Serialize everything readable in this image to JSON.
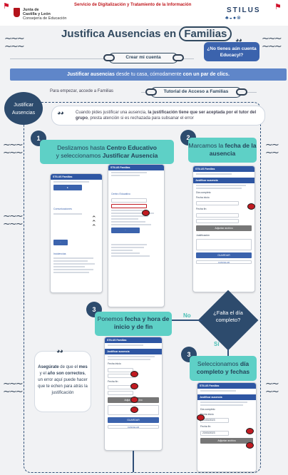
{
  "header": {
    "service": "Servicio de Digitalización y Tratamiento de la Información",
    "org_line1": "Junta de",
    "org_line2": "Castilla y León",
    "org_line3": "Consejería de Educación",
    "brand": "STILUS"
  },
  "title": {
    "prefix": "Justifica Ausencias en",
    "highlight": "Familias"
  },
  "account": {
    "create_label": "Crear mi cuenta",
    "question": "¿No tienes aún cuenta Educacyl?"
  },
  "banner": {
    "part1": "Justificar ausencias",
    "part2": " desde tu casa, cómodamente ",
    "part3": "con un par de clics."
  },
  "access": {
    "intro": "Para empezar, accede a Familias",
    "tutorial_label": "Tutorial de Acceso a Familias"
  },
  "section": {
    "bubble_line1": "Justificar",
    "bubble_line2": "Ausencias",
    "note_part1": "Cuando pides justificar una ausencia, ",
    "note_bold": "la justificación tiene que ser aceptada por el tutor del grupo",
    "note_part2": ", presta atención si es rechazada para subsanar el error"
  },
  "steps": {
    "s1": {
      "num": "1",
      "text1": "Deslizamos hasta ",
      "bold1": "Centro Educativo",
      "text2": " y seleccionamos ",
      "bold2": "Justificar Ausencia"
    },
    "s2": {
      "num": "2",
      "text1": "Marcamos la ",
      "bold1": "fecha de la ausencia"
    },
    "s3a": {
      "num": "3",
      "text1": "Ponemos ",
      "bold1": "fecha y hora de inicio y de fin"
    },
    "s3b": {
      "num": "3",
      "text1": "Seleccionamos ",
      "bold1": "día completo y fechas"
    }
  },
  "decision": {
    "question": "¿Falta el día completo?",
    "no": "No",
    "si": "Sí"
  },
  "tip": {
    "bold1": "Asegúrate",
    "text1": " de que el ",
    "bold2": "mes",
    "text2": " y el ",
    "bold3": "año son correctos",
    "text3": ", un error aquí puede hacer que te echen para atrás la justificación"
  },
  "phone": {
    "app_name": "STILUS Familias",
    "centro_educativo": "Centro Educativo",
    "justificar_ausencia": "Justificar ausencia",
    "comunicaciones": "Comunicaciones",
    "incidencias": "Incidencias",
    "guardar": "GUARDAR",
    "cancelar": "CANCELAR",
    "adjuntar": "Adjuntar archivo",
    "fecha_inicio": "Fecha inicio",
    "fecha_fin": "Fecha fin",
    "dia_completo": "Día completo",
    "justificacion": "Justificación",
    "date1": "21/03/2023",
    "date2": "23/03/2023"
  },
  "colors": {
    "accent_dark": "#2d4b6d",
    "teal": "#5ed0c6",
    "blue": "#3b63ad",
    "red": "#c0181e"
  }
}
